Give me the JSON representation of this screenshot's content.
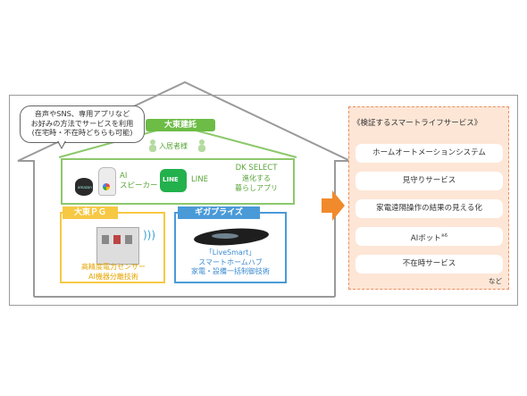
{
  "bubble": {
    "line1": "音声やSNS、専用アプリなど",
    "line2": "お好みの方法でサービスを利用",
    "line3": "(在宅時・不在時どちらも可能)"
  },
  "house": {
    "owner_label": "大東建託",
    "residents_label": "入居者様",
    "ai_line1": "AI",
    "ai_line2": "スピーカー",
    "line_label": "LINE",
    "line_logo": "LINE",
    "app_line1": "DK SELECT",
    "app_line2": "進化する",
    "app_line3": "暮らしアプリ",
    "pg_label": "大東ＰＧ",
    "pg_line1": "高精度電力センサー",
    "pg_line2": "AI機器分離技術",
    "giga_label": "ギガプライズ",
    "giga_line1": "「LiveSmart」",
    "giga_line2": "スマートホームハブ",
    "giga_line3": "家電・設備一括制御技術"
  },
  "services": {
    "title": "《検証するスマートライフサービス》",
    "items": [
      "ホームオートメーションシステム",
      "見守りサービス",
      "家電遠隔操作の結果の見える化",
      "AIボット",
      "不在時サービス"
    ],
    "ai_note": "※6",
    "etc": "など"
  },
  "colors": {
    "green": "#6cbc45",
    "yellow": "#f7c844",
    "blue": "#4a9ad8",
    "arrow": "#f08a2c",
    "panel_bg": "#fde6d6"
  }
}
